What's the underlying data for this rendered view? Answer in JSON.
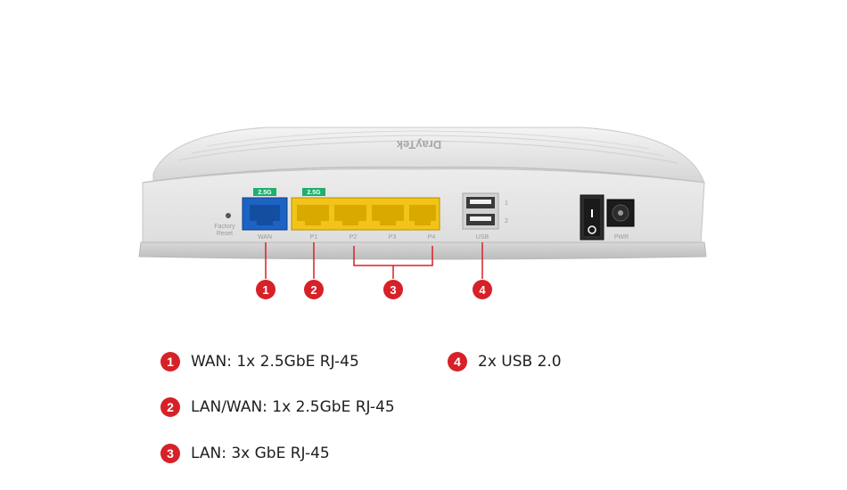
{
  "device": {
    "logo_text": "DrayTek",
    "reset_label_line1": "Factory",
    "reset_label_line2": "Reset",
    "speed_tag_wan": "2.5G",
    "speed_tag_p1": "2.5G",
    "port_labels": {
      "wan": "WAN",
      "p1": "P1",
      "p2": "P2",
      "p3": "P3",
      "p4": "P4",
      "usb": "USB",
      "pwr": "PWR"
    },
    "usb_numbers": [
      "1",
      "2"
    ],
    "colors": {
      "wan_port": "#1c63c4",
      "lan_port": "#f2c41a",
      "speed_tag": "#1fae6e",
      "callout": "#d62128",
      "chassis": "#e6e6e6"
    }
  },
  "callouts": [
    {
      "number": "1"
    },
    {
      "number": "2"
    },
    {
      "number": "3"
    },
    {
      "number": "4"
    }
  ],
  "legend": [
    {
      "number": "1",
      "text": "WAN: 1x 2.5GbE RJ-45"
    },
    {
      "number": "2",
      "text": "LAN/WAN: 1x 2.5GbE RJ-45"
    },
    {
      "number": "3",
      "text": "LAN: 3x GbE RJ-45"
    },
    {
      "number": "4",
      "text": "2x USB 2.0"
    }
  ]
}
